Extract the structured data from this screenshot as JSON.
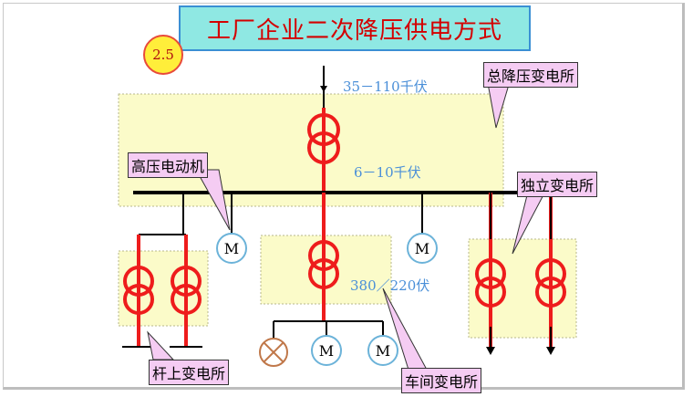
{
  "title": "工厂企业二次降压供电方式",
  "badge": "2.5",
  "voltages": {
    "high": "35－110千伏",
    "mid": "6－10千伏",
    "low": "380／220伏"
  },
  "callouts": {
    "main_substation": "总降压变电所",
    "hv_motor": "高压电动机",
    "independent_substation": "独立变电所",
    "pole_substation": "杆上变电所",
    "workshop_substation": "车间变电所"
  },
  "motor_label": "M",
  "colors": {
    "transformer": "#ee1c1c",
    "zone_fill": "#fbfbc9",
    "callout_fill": "#f5ccf3",
    "title_fill": "#8fe8e3",
    "voltage_text": "#4a8fd8"
  }
}
